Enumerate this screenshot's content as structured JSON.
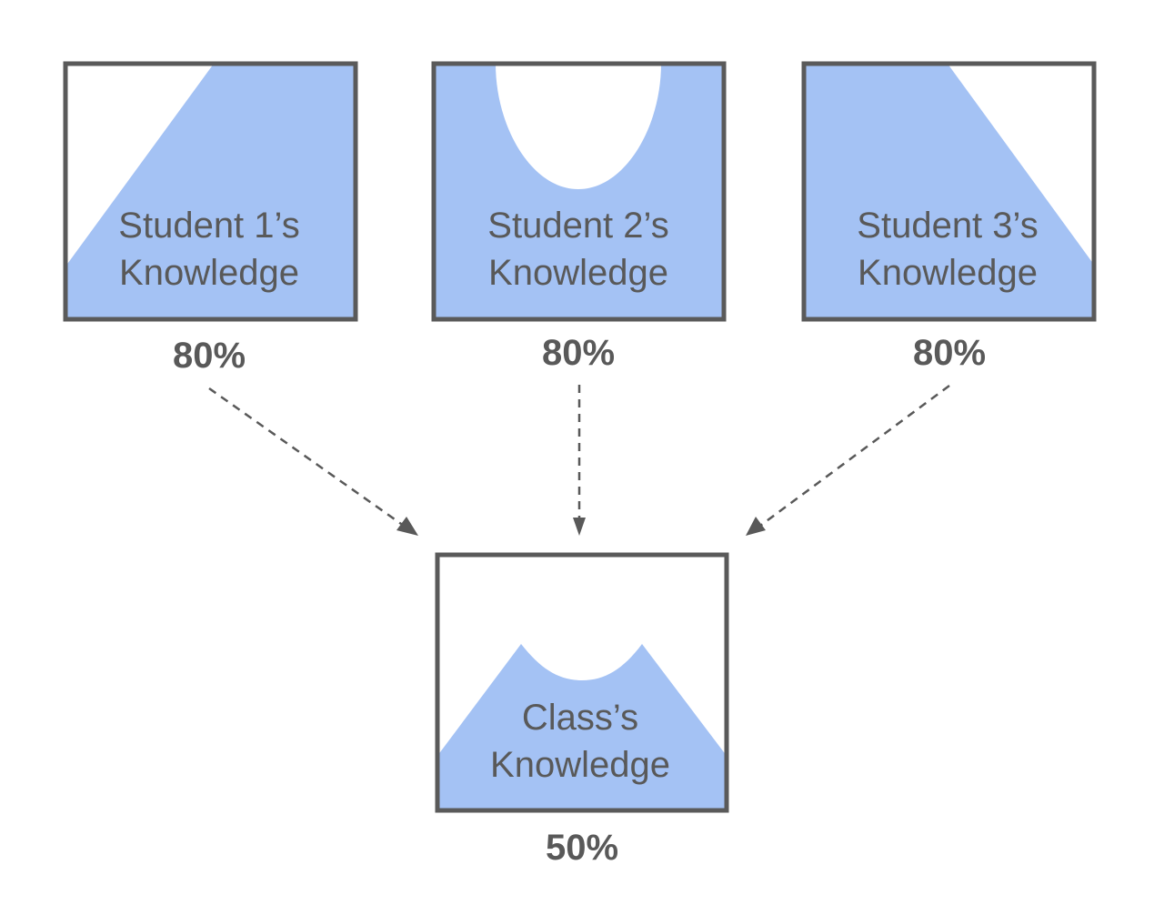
{
  "colors": {
    "fill": "#a4c2f4",
    "frame": "#5a5a5a",
    "text": "#595959",
    "background": "#ffffff"
  },
  "students": [
    {
      "label_line1": "Student 1’s",
      "label_line2": "Knowledge",
      "percent": "80%"
    },
    {
      "label_line1": "Student 2’s",
      "label_line2": "Knowledge",
      "percent": "80%"
    },
    {
      "label_line1": "Student 3’s",
      "label_line2": "Knowledge",
      "percent": "80%"
    }
  ],
  "class": {
    "label_line1": "Class’s",
    "label_line2": "Knowledge",
    "percent": "50%"
  }
}
